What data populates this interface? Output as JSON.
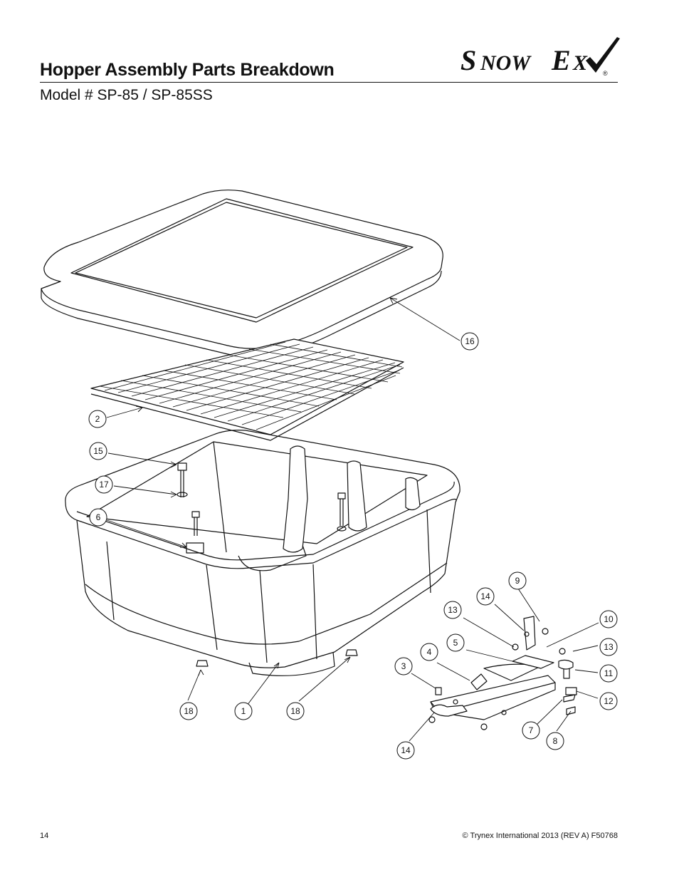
{
  "header": {
    "title": "Hopper Assembly Parts Breakdown",
    "subtitle": "Model # SP-85 / SP-85SS",
    "logo_text": "SnowEx",
    "logo_mark": "®"
  },
  "callouts": [
    {
      "id": "c16a",
      "label": "16"
    },
    {
      "id": "c2",
      "label": "2"
    },
    {
      "id": "c15",
      "label": "15"
    },
    {
      "id": "c17",
      "label": "17"
    },
    {
      "id": "c6",
      "label": "6"
    },
    {
      "id": "c9",
      "label": "9"
    },
    {
      "id": "c14a",
      "label": "14"
    },
    {
      "id": "c13a",
      "label": "13"
    },
    {
      "id": "c10",
      "label": "10"
    },
    {
      "id": "c5",
      "label": "5"
    },
    {
      "id": "c13b",
      "label": "13"
    },
    {
      "id": "c4",
      "label": "4"
    },
    {
      "id": "c3",
      "label": "3"
    },
    {
      "id": "c11",
      "label": "11"
    },
    {
      "id": "c12",
      "label": "12"
    },
    {
      "id": "c18a",
      "label": "18"
    },
    {
      "id": "c1",
      "label": "1"
    },
    {
      "id": "c18b",
      "label": "18"
    },
    {
      "id": "c7",
      "label": "7"
    },
    {
      "id": "c8",
      "label": "8"
    },
    {
      "id": "c14b",
      "label": "14"
    }
  ],
  "footer": {
    "page_number": "14",
    "copyright": "© Trynex International 2013  (REV A) F50768"
  }
}
